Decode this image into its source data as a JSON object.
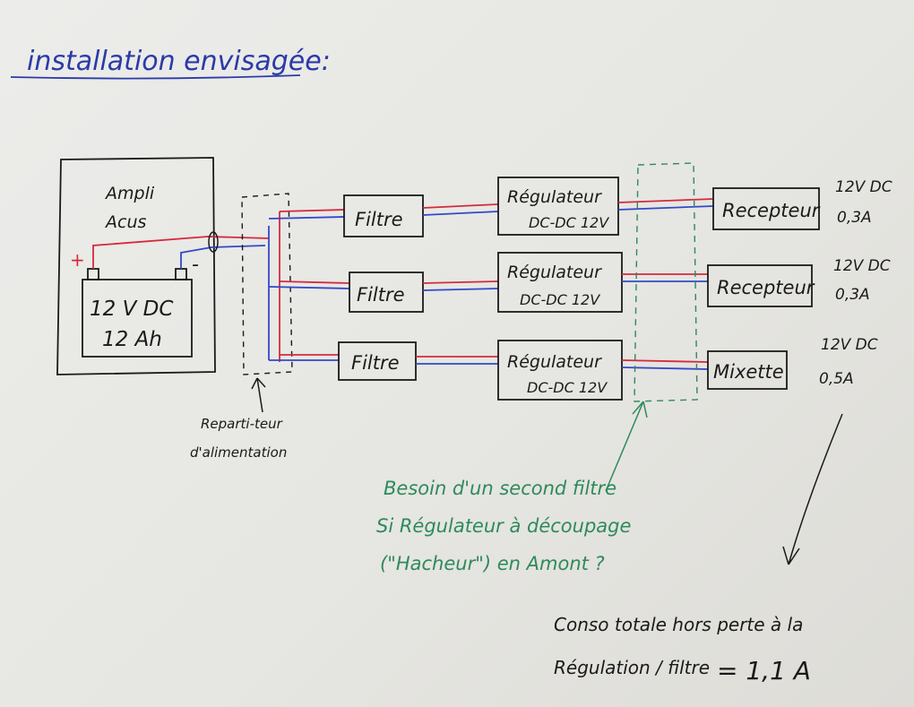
{
  "title": "installation envisagée:",
  "amp": {
    "line1": "Ampli",
    "line2": "Acus"
  },
  "battery": {
    "plus": "+",
    "minus": "-",
    "line1": "12 V  DC",
    "line2": "12 Ah"
  },
  "distributor": {
    "line1": "Reparti-teur",
    "line2": "d'alimentation"
  },
  "rows": [
    {
      "filter": "Filtre",
      "reg1": "Régulateur",
      "reg2": "DC-DC 12V",
      "device": "Recepteur",
      "volt": "12V DC",
      "amp": "0,3A"
    },
    {
      "filter": "Filtre",
      "reg1": "Régulateur",
      "reg2": "DC-DC 12V",
      "device": "Recepteur",
      "volt": "12V DC",
      "amp": "0,3A"
    },
    {
      "filter": "Filtre",
      "reg1": "Régulateur",
      "reg2": "DC-DC 12V",
      "device": "Mixette",
      "volt": "12V DC",
      "amp": "0,5A"
    }
  ],
  "note": {
    "line1": "Besoin d'un second filtre",
    "line2": "Si Régulateur à découpage",
    "line3": "(\"Hacheur\") en Amont ?"
  },
  "total": {
    "line1": "Conso totale hors perte à la",
    "line2": "Régulation / filtre",
    "value": "= 1,1 A"
  },
  "colors": {
    "ink": "#1a1a1a",
    "title_ink": "#2b3aa8",
    "note_ink": "#2e8a5a",
    "wire_pos": "#d42a3c",
    "wire_neg": "#3348c8"
  }
}
